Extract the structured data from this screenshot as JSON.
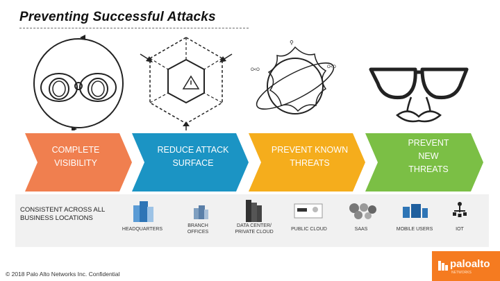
{
  "title": "Preventing Successful Attacks",
  "pillars": [
    {
      "label": "COMPLETE VISIBILITY",
      "color": "#f07f4f"
    },
    {
      "label": "REDUCE ATTACK SURFACE",
      "color": "#1b94c4"
    },
    {
      "label": "PREVENT KNOWN THREATS",
      "color": "#f5ad1c"
    },
    {
      "label": "PREVENT NEW THREATS",
      "color": "#7bbf45"
    }
  ],
  "band_label": "CONSISTENT ACROSS ALL BUSINESS LOCATIONS",
  "locations": [
    {
      "label": "HEADQUARTERS",
      "icon": "headquarters-icon"
    },
    {
      "label": "BRANCH OFFICES",
      "icon": "branch-office-icon"
    },
    {
      "label": "DATA CENTER/ PRIVATE CLOUD",
      "icon": "data-center-icon"
    },
    {
      "label": "PUBLIC CLOUD",
      "icon": "public-cloud-icon"
    },
    {
      "label": "SAAS",
      "icon": "saas-icon"
    },
    {
      "label": "MOBILE USERS",
      "icon": "mobile-users-icon"
    },
    {
      "label": "IOT",
      "icon": "iot-icon"
    }
  ],
  "footer": "© 2018 Palo Alto Networks Inc. Confidential",
  "logo": {
    "name": "paloalto",
    "tagline": "NETWORKS"
  }
}
